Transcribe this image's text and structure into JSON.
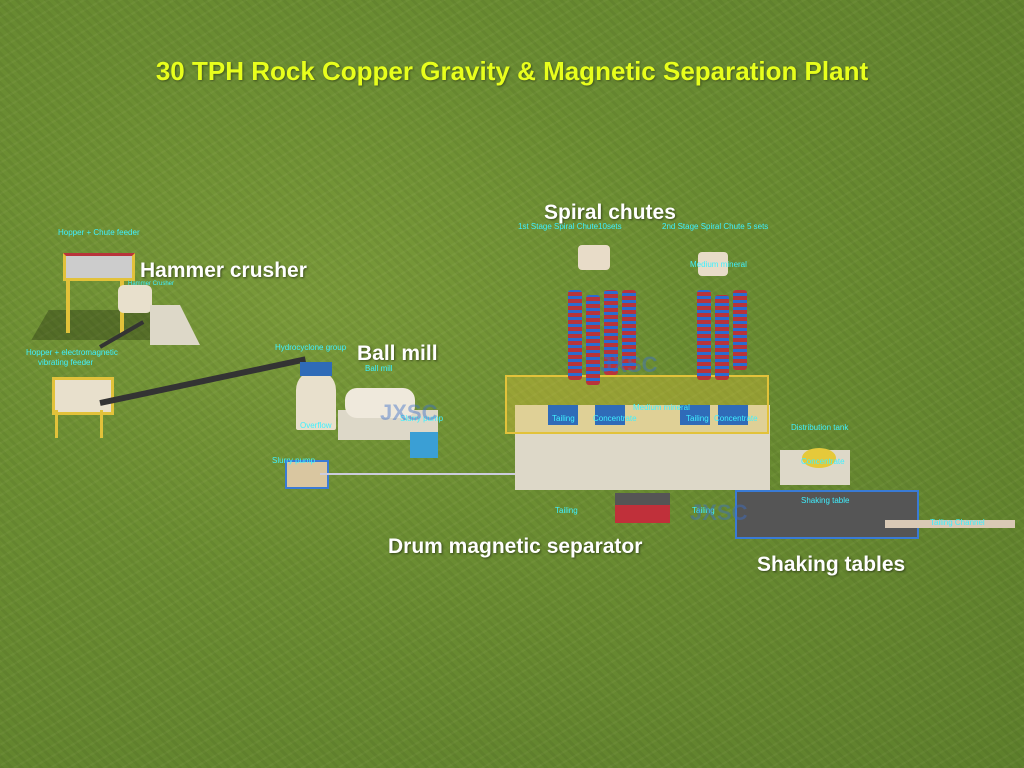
{
  "title": "30 TPH Rock Copper Gravity & Magnetic Separation Plant",
  "labels": {
    "hammer_crusher": "Hammer crusher",
    "ball_mill": "Ball mill",
    "spiral_chutes": "Spiral chutes",
    "drum_magnetic_separator": "Drum magnetic separator",
    "shaking_tables": "Shaking tables"
  },
  "small_labels": {
    "hopper_chute_feeder": "Hopper + Chute feeder",
    "hammer_crusher_small": "Hammer Crusher",
    "hopper_vibrating_feeder_1": "Hopper + electromagnetic",
    "hopper_vibrating_feeder_2": "vibrating feeder",
    "hydrocyclone_group": "Hydrocyclone group",
    "ball_mill_small": "Ball mill",
    "slurry_pump_1": "Slurry pump",
    "slurry_pump_2": "Slurry pump",
    "overflow": "Overflow",
    "stage1_spiral": "1st Stage Spiral Chute10sets",
    "stage2_spiral": "2nd Stage Spiral Chute 5 sets",
    "medium_mineral_top": "Medium mineral",
    "tailing_1": "Tailing",
    "concentrate_1": "Concentrate",
    "medium_mineral": "Medium mineral",
    "tailing_2": "Tailing",
    "concentrate_2": "Concentrate",
    "distribution_tank": "Distribution tank",
    "concentrate_tank": "Concentrate",
    "shaking_table_small": "Shaking table",
    "tailing_channel": "Tailing Channel",
    "tailing_3": "Tailing",
    "tailing_4": "Tailing"
  },
  "watermark": "JXSC",
  "colors": {
    "title": "#e8ff1c",
    "small_label": "#3ff0ff",
    "grass": "#6b8d32"
  }
}
